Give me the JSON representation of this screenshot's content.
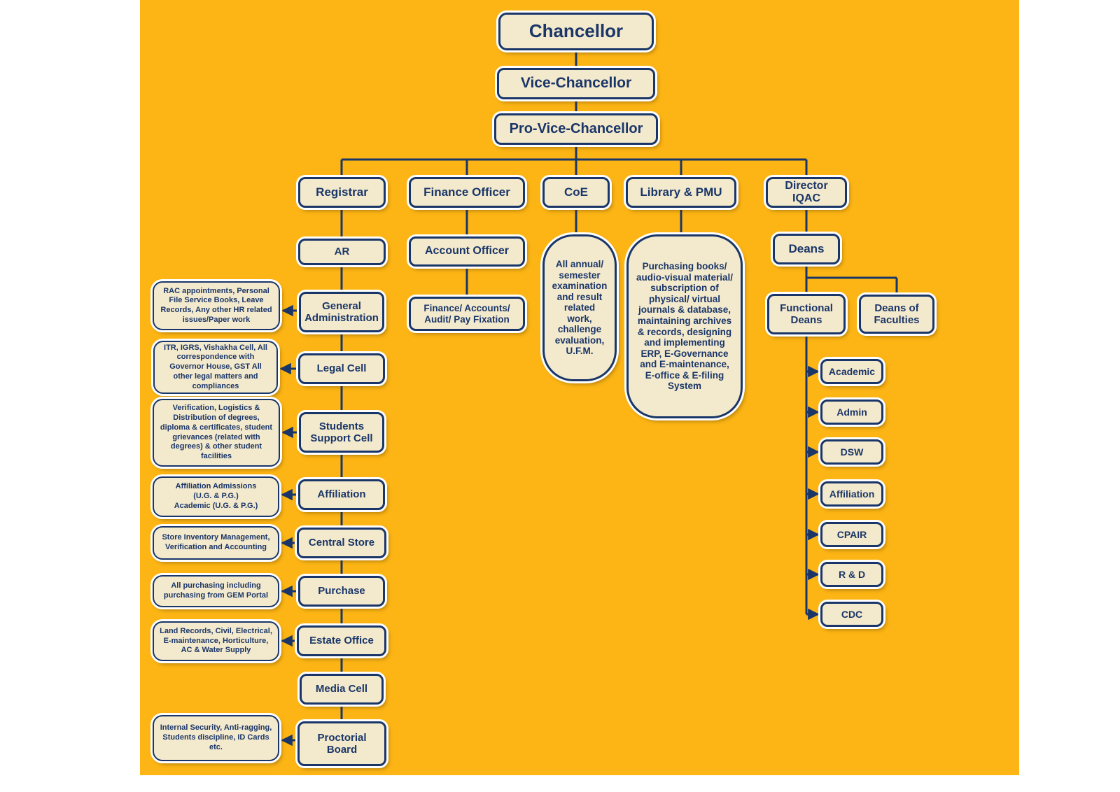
{
  "colors": {
    "background": "#FCB514",
    "box_fill": "#F3E9CD",
    "box_border": "#1A3668",
    "text": "#1A3668",
    "outline": "#FFFFFF"
  },
  "top_chain": {
    "chancellor": "Chancellor",
    "vice_chancellor": "Vice-Chancellor",
    "pro_vice_chancellor": "Pro-Vice-Chancellor"
  },
  "branches": {
    "registrar": {
      "label": "Registrar"
    },
    "finance": {
      "label": "Finance Officer",
      "account_officer": "Account Officer",
      "detail": "Finance/ Accounts/ Audit/ Pay Fixation"
    },
    "coe": {
      "label": "CoE",
      "detail": "All annual/ semester examination and result related work, challenge evaluation, U.F.M."
    },
    "library": {
      "label": "Library & PMU",
      "detail": "Purchasing books/ audio-visual material/ subscription of physical/ virtual journals & database, maintaining archives & records, designing and implementing ERP, E-Governance and E-maintenance, E-office & E-filing System"
    },
    "iqac": {
      "label": "Director IQAC",
      "deans": "Deans",
      "functional_deans": "Functional Deans",
      "deans_of_faculties": "Deans of Faculties"
    }
  },
  "registrar_chain": {
    "ar": "AR",
    "items": [
      {
        "label": "General Administration",
        "note": "RAC appointments, Personal File Service Books, Leave Records, Any other HR related issues/Paper work"
      },
      {
        "label": "Legal Cell",
        "note": "ITR, IGRS, Vishakha Cell, All correspondence with Governor House, GST All other legal matters and compliances"
      },
      {
        "label": "Students Support Cell",
        "note": "Verification, Logistics & Distribution of degrees, diploma & certificates, student grievances (related with degrees) & other student facilities"
      },
      {
        "label": "Affiliation",
        "note": "Affiliation Admissions\n(U.G. & P.G.)\nAcademic (U.G. & P.G.)"
      },
      {
        "label": "Central Store",
        "note": "Store Inventory Management, Verification and Accounting"
      },
      {
        "label": "Purchase",
        "note": "All purchasing including purchasing from GEM Portal"
      },
      {
        "label": "Estate Office",
        "note": "Land Records, Civil, Electrical, E-maintenance, Horticulture, AC & Water Supply"
      },
      {
        "label": "Media Cell",
        "note": ""
      },
      {
        "label": "Proctorial Board",
        "note": "Internal Security, Anti-ragging, Students discipline, ID Cards etc."
      }
    ]
  },
  "functional_dean_items": [
    "Academic",
    "Admin",
    "DSW",
    "Affiliation",
    "CPAIR",
    "R & D",
    "CDC"
  ]
}
